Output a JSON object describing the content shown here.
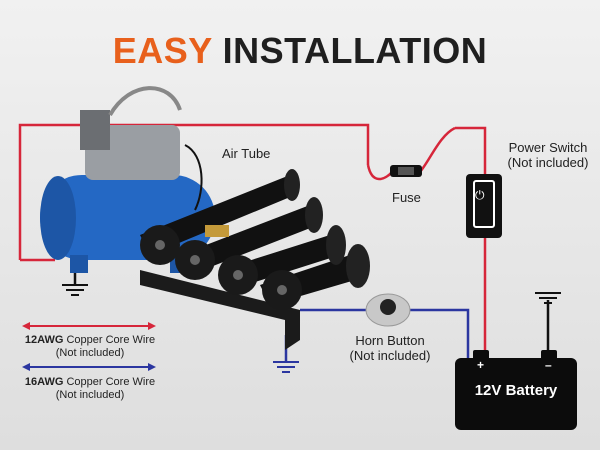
{
  "title": {
    "accent": "EASY",
    "main": "INSTALLATION"
  },
  "labels": {
    "air_tube": "Air Tube",
    "fuse": "Fuse",
    "power_switch": "Power Switch",
    "power_switch_note": "(Not included)",
    "horn_button": "Horn Button",
    "horn_button_note": "(Not included)",
    "battery": "12V Battery",
    "battery_plus": "+",
    "battery_minus": "–"
  },
  "legend": [
    {
      "gauge": "12AWG",
      "text": " Copper Core Wire",
      "note": "(Not included)",
      "color": "#d6263a"
    },
    {
      "gauge": "16AWG",
      "text": " Copper Core Wire",
      "note": "(Not included)",
      "color": "#2b36a0"
    }
  ],
  "colors": {
    "accent": "#e8601c",
    "red_wire": "#d6263a",
    "blue_wire": "#2b36a0",
    "tank": "#2468c4"
  }
}
